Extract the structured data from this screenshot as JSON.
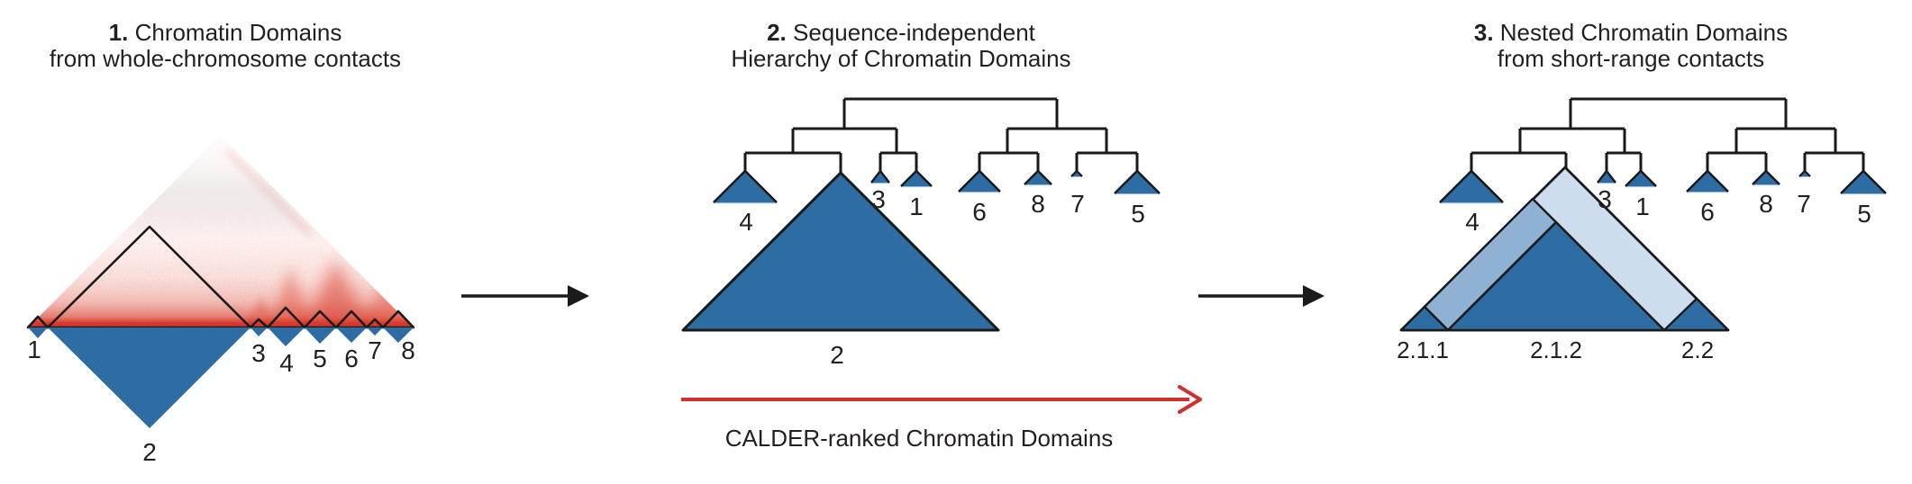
{
  "figure": {
    "panels": [
      {
        "title_number": "1.",
        "title_line1": "Chromatin Domains",
        "title_line2": "from whole-chromosome contacts",
        "domain_labels": [
          "1",
          "2",
          "3",
          "4",
          "5",
          "6",
          "7",
          "8"
        ]
      },
      {
        "title_number": "2.",
        "title_line1": "Sequence-independent",
        "title_line2": "Hierarchy of Chromatin Domains",
        "leaf_order": [
          "4",
          "2",
          "3",
          "1",
          "6",
          "8",
          "7",
          "5"
        ]
      },
      {
        "title_number": "3.",
        "title_line1": "Nested Chromatin Domains",
        "title_line2": "from short-range contacts",
        "leaf_order": [
          "4",
          "3",
          "1",
          "6",
          "8",
          "7",
          "5"
        ],
        "nested_domain_labels": [
          "2.1.1",
          "2.1.2",
          "2.2"
        ]
      }
    ],
    "caption": "CALDER-ranked Chromatin Domains",
    "colors": {
      "domain_blue": "#2e6ca4",
      "nested_light_blue": "#cdddee",
      "nested_medium_blue": "#8fb1d3",
      "heatmap_red": "#d5291f",
      "arrow_red": "#d2302c",
      "outline_black": "#1a1a1a"
    }
  }
}
